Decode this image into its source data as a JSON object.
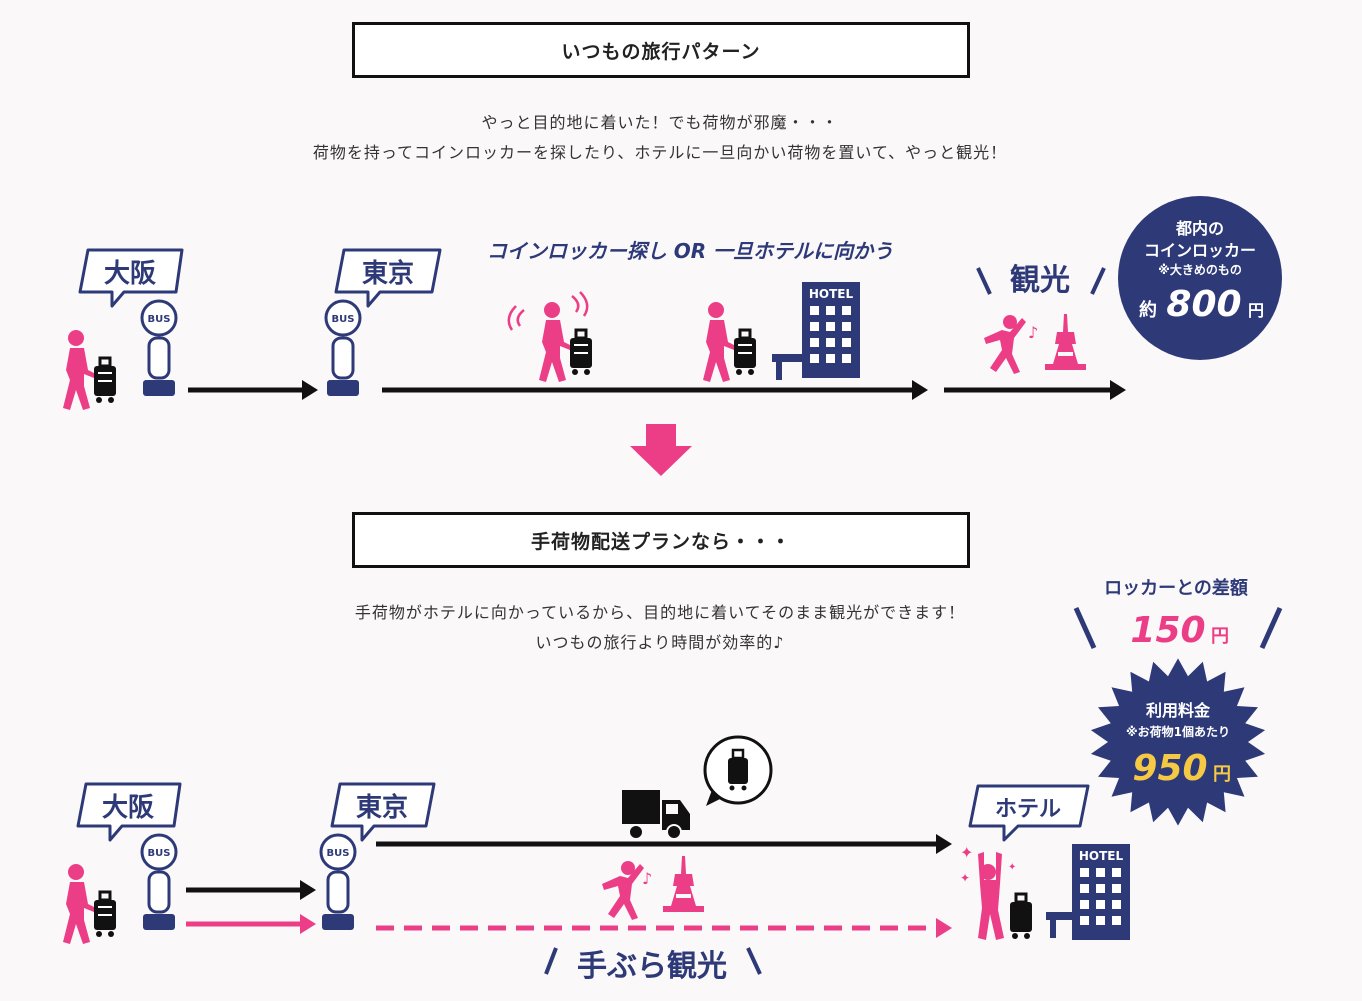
{
  "section1": {
    "title": "いつもの旅行パターン",
    "line1": "やっと目的地に着いた！でも荷物が邪魔・・・",
    "line2": "荷物を持ってコインロッカーを探したり、ホテルに一旦向かい荷物を置いて、やっと観光！",
    "origin": "大阪",
    "destination": "東京",
    "bus_sign": "BUS",
    "middle_caption": "コインロッカー探し OR 一旦ホテルに向かう",
    "hotel_sign": "HOTEL",
    "sightseeing": "観光",
    "price_badge": {
      "line1": "都内の",
      "line2": "コインロッカー",
      "line3": "※大きめのもの",
      "prefix": "約",
      "amount": "800",
      "unit": "円"
    }
  },
  "section2": {
    "title": "手荷物配送プランなら・・・",
    "line1": "手荷物がホテルに向かっているから、目的地に着いてそのまま観光ができます！",
    "line2": "いつもの旅行より時間が効率的♪",
    "origin": "大阪",
    "destination": "東京",
    "bus_sign": "BUS",
    "hotel_label": "ホテル",
    "hotel_sign": "HOTEL",
    "handsfree": "手ぶら観光",
    "difference": {
      "label": "ロッカーとの差額",
      "amount": "150",
      "unit": "円"
    },
    "fee_badge": {
      "label": "利用料金",
      "note": "※お荷物1個あたり",
      "amount": "950",
      "unit": "円"
    }
  },
  "colors": {
    "navy": "#2e3a78",
    "pink": "#ec3e86",
    "black": "#111111"
  }
}
